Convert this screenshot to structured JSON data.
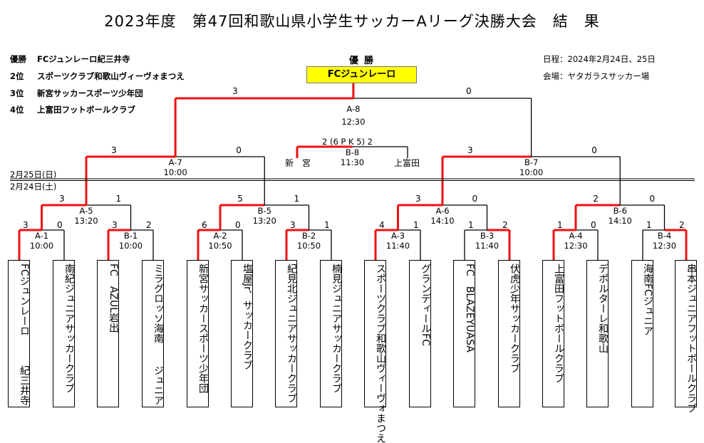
{
  "title": "2023年度　第47回和歌山県小学生サッカーAリーグ決勝大会　結　果",
  "rankings": [
    {
      "pos": "優勝",
      "team": "FCジュンレーロ紀三井寺"
    },
    {
      "pos": "2位",
      "team": "スポーツクラブ和歌山ヴィーヴォまつえ"
    },
    {
      "pos": "3位",
      "team": "新宮サッカースポーツ少年団"
    },
    {
      "pos": "4位",
      "team": "上富田フットボールクラブ"
    }
  ],
  "info": {
    "date": "日程：2024年2月24日、25日",
    "venue": "会場：ヤタガラスサッカー場"
  },
  "champion": {
    "label": "優勝",
    "team": "FCジュンレーロ"
  },
  "days": {
    "day2": "2月25日(日)",
    "day1": "2月24日(土)"
  },
  "teams": [
    {
      "name": "FCジュンレーロ",
      "name2": "紀三井寺"
    },
    {
      "name": "南紀ジュニアサッカークラブ",
      "name2": ""
    },
    {
      "name": "FC　AZUL岩出",
      "name2": ""
    },
    {
      "name": "ミラグロッソ海南",
      "name2": "ジュニア"
    },
    {
      "name": "新宮サッカースポーツ少年団",
      "name2": ""
    },
    {
      "name": "塩屋Jr．サッカークラブ",
      "name2": ""
    },
    {
      "name": "紀見北ジュニアサッカークラブ",
      "name2": ""
    },
    {
      "name": "楠見ジュニアサッカークラブ",
      "name2": ""
    },
    {
      "name": "スポーツクラブ和歌山ヴィーヴォまつえ",
      "name2": ""
    },
    {
      "name": "グランディールFC",
      "name2": ""
    },
    {
      "name": "FC　BLAZEYUASA",
      "name2": ""
    },
    {
      "name": "伏虎少年サッカークラブ",
      "name2": ""
    },
    {
      "name": "上富田フットボールクラブ",
      "name2": ""
    },
    {
      "name": "デポルターレ和歌山",
      "name2": ""
    },
    {
      "name": "海南FCジュニア",
      "name2": ""
    },
    {
      "name": "串本ジュニアフットボールクラブ",
      "name2": ""
    }
  ],
  "r1": [
    {
      "id": "A-1",
      "time": "10:00",
      "s1": "3",
      "s2": "0"
    },
    {
      "id": "B-1",
      "time": "10:00",
      "s1": "3",
      "s2": "2"
    },
    {
      "id": "A-2",
      "time": "10:50",
      "s1": "6",
      "s2": "0"
    },
    {
      "id": "B-2",
      "time": "10:50",
      "s1": "3",
      "s2": "1"
    },
    {
      "id": "A-3",
      "time": "11:40",
      "s1": "4",
      "s2": "1"
    },
    {
      "id": "B-3",
      "time": "11:40",
      "s1": "1",
      "s2": "2"
    },
    {
      "id": "A-4",
      "time": "12:30",
      "s1": "1",
      "s2": "0"
    },
    {
      "id": "B-4",
      "time": "12:30",
      "s1": "1",
      "s2": "2"
    }
  ],
  "r2": [
    {
      "id": "A-5",
      "time": "13:20",
      "s1": "3",
      "s2": "1"
    },
    {
      "id": "B-5",
      "time": "13:20",
      "s1": "5",
      "s2": "1"
    },
    {
      "id": "A-6",
      "time": "14:10",
      "s1": "3",
      "s2": "0"
    },
    {
      "id": "B-6",
      "time": "14:10",
      "s1": "2",
      "s2": "0"
    }
  ],
  "r3": [
    {
      "id": "A-7",
      "time": "10:00",
      "s1": "3",
      "s2": "0"
    },
    {
      "id": "B-7",
      "time": "10:00",
      "s1": "3",
      "s2": "0"
    }
  ],
  "final": {
    "id": "A-8",
    "time": "12:30",
    "s1": "3",
    "s2": "0"
  },
  "third": {
    "id": "B-8",
    "time": "11:30",
    "score": "2 (6 P K 5) 2",
    "left": "新　宮",
    "right": "上富田"
  },
  "colors": {
    "win": "#ee1111",
    "line": "#000000",
    "champion_bg": "#ffff00"
  }
}
